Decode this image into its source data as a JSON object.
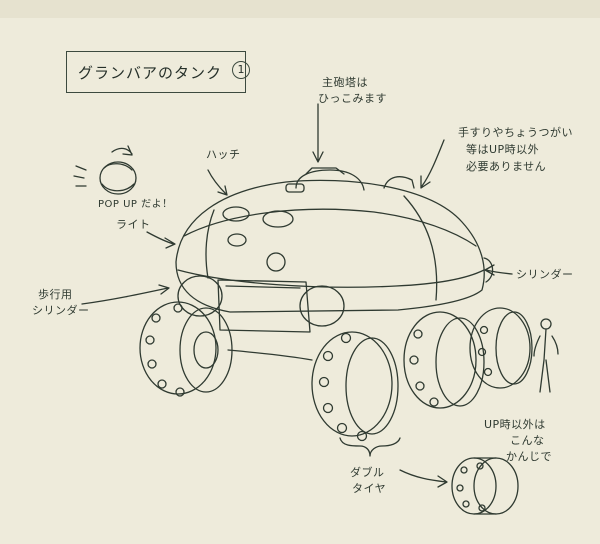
{
  "title": "グランバアのタンク",
  "title_number": "1",
  "notes": {
    "turret_1": "主砲塔は",
    "turret_2": "ひっこみます",
    "handrail_1": "手すりやちょうつがい",
    "handrail_2": "等はUP時以外",
    "handrail_3": "必要ありません",
    "hatch": "ハッチ",
    "popup": "POP UP だよ！",
    "light": "ライト",
    "walking_1": "歩行用",
    "walking_2": "シリンダー",
    "cylinder": "シリンダー",
    "double_1": "ダブル",
    "double_2": "タイヤ",
    "upwheel_1": "UP時以外は",
    "upwheel_2": "こんな",
    "upwheel_3": "かんじで"
  },
  "colors": {
    "ink": "#2f3a31",
    "paper": "#eeebdb"
  }
}
